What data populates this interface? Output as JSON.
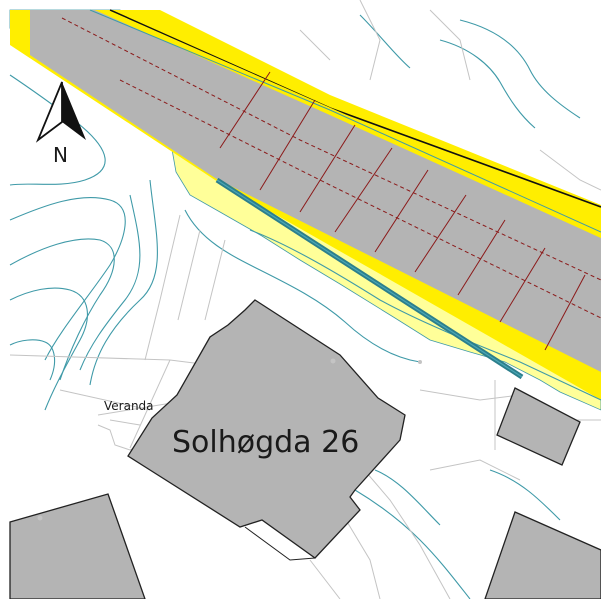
{
  "map": {
    "address_label": "Solhøgda 26",
    "veranda_label": "Veranda",
    "north_label": "N"
  },
  "colors": {
    "road": "#b4b4b4",
    "road_edge_zone": "#ffee00",
    "buffer_zone": "#ffff99",
    "building": "#b4b4b4",
    "contour": "#3f9aa8",
    "property_line": "#c4c4c4",
    "plot_grid": "#8b1a1a",
    "wall_line": "#2c7f8c"
  }
}
